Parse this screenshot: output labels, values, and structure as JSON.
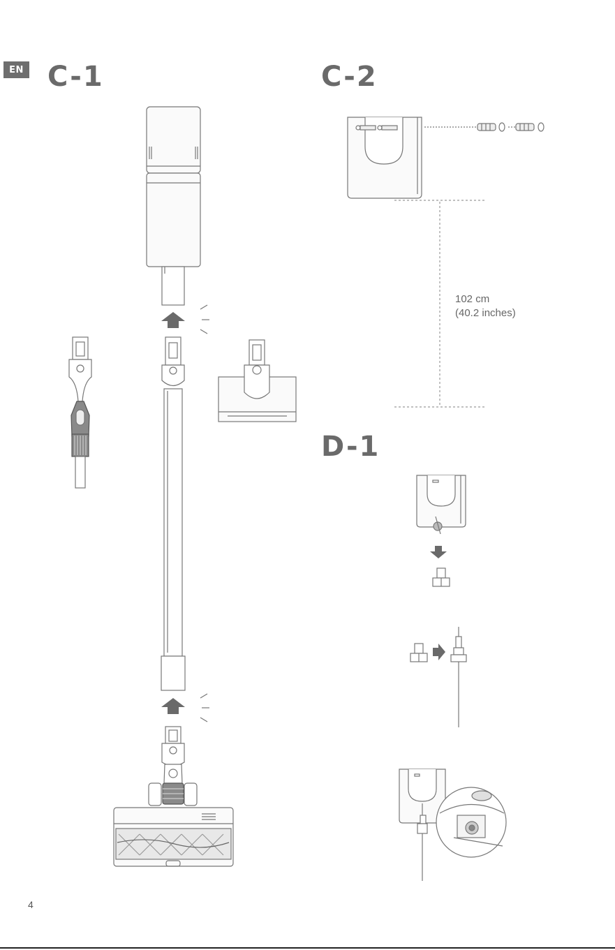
{
  "header": {
    "language_badge": "EN"
  },
  "sections": {
    "c1": {
      "title": "C-1"
    },
    "c2": {
      "title": "C-2",
      "height_metric": "102 cm",
      "height_imperial": "(40.2 inches)"
    },
    "d1": {
      "title": "D-1"
    }
  },
  "footer": {
    "page_number": "4"
  },
  "colors": {
    "line": "#777777",
    "arrow": "#6a6a6a",
    "fill": "#f4f4f4",
    "dark": "#8a8a8a"
  }
}
